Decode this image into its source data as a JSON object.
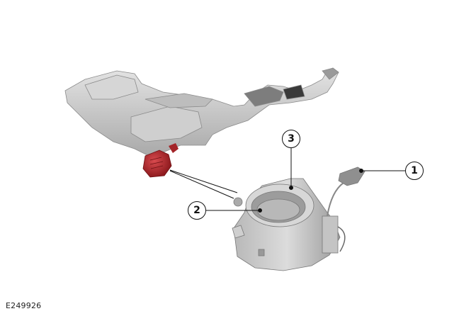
{
  "figure": {
    "id_label": "E249926",
    "description": "Exploded view of subframe/battery tray assembly with highlighted red component and detailed blower motor unit",
    "highlight_color": "#b0282c",
    "part_color": "#c9c9c9",
    "line_color": "#111111"
  },
  "callouts": [
    {
      "number": "1",
      "label_target": "connector"
    },
    {
      "number": "2",
      "label_target": "fan-wheel"
    },
    {
      "number": "3",
      "label_target": "housing"
    }
  ]
}
